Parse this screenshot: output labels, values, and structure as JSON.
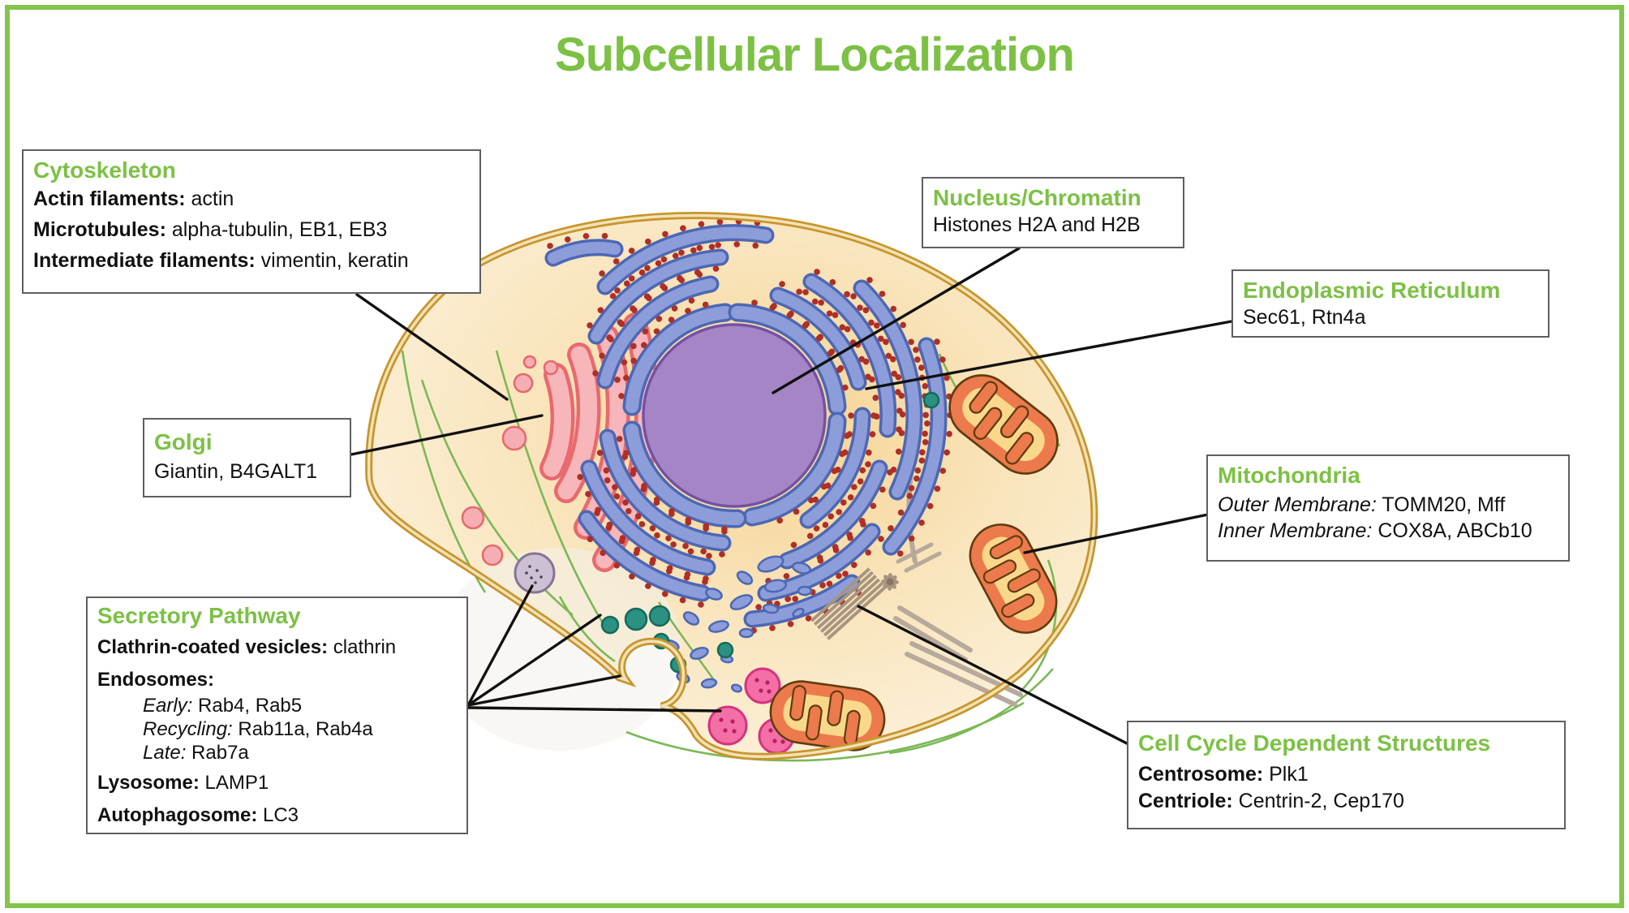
{
  "title": "Subcellular Localization",
  "colors": {
    "accent_green": "#7CC144",
    "frame_green": "#84C44C",
    "box_border_gray": "#5f5f5f",
    "nucleus_purple": "#A685C6",
    "er_blue": "#8C9DDA",
    "ribosome_red": "#AE2F28",
    "membrane_gold": "#C8952D",
    "mitochondria_orange": "#ED7A4C",
    "golgi_pink": "#F6B6BA",
    "vesicle_teal": "#2B9180",
    "endosome_pink": "#F46FA5"
  },
  "boxes": {
    "cytoskeleton": {
      "title": "Cytoskeleton",
      "items": [
        {
          "label": "Actin filaments:",
          "value": " actin"
        },
        {
          "label": "Microtubules:",
          "value": " alpha-tubulin, EB1, EB3"
        },
        {
          "label": "Intermediate filaments:",
          "value": " vimentin, keratin"
        }
      ]
    },
    "nucleus": {
      "title": "Nucleus/Chromatin",
      "value": "Histones H2A and H2B"
    },
    "er": {
      "title": "Endoplasmic Reticulum",
      "value": "Sec61, Rtn4a"
    },
    "golgi": {
      "title": "Golgi",
      "value": "Giantin, B4GALT1"
    },
    "mitochondria": {
      "title": "Mitochondria",
      "items": [
        {
          "label": "Outer Membrane:",
          "value": " TOMM20, Mff"
        },
        {
          "label": "Inner Membrane:",
          "value": " COX8A, ABCb10"
        }
      ]
    },
    "secretory": {
      "title": "Secretory Pathway",
      "clathrin": {
        "label": "Clathrin-coated vesicles:",
        "value": " clathrin"
      },
      "endosomes_label": "Endosomes:",
      "endosomes": [
        {
          "label": "Early:",
          "value": " Rab4, Rab5"
        },
        {
          "label": "Recycling:",
          "value": " Rab11a, Rab4a"
        },
        {
          "label": "Late:",
          "value": " Rab7a"
        }
      ],
      "lysosome": {
        "label": "Lysosome:",
        "value": " LAMP1"
      },
      "autophagosome": {
        "label": "Autophagosome:",
        "value": " LC3"
      }
    },
    "cell_cycle": {
      "title": "Cell Cycle Dependent Structures",
      "items": [
        {
          "label": "Centrosome:",
          "value": " Plk1"
        },
        {
          "label": "Centriole:",
          "value": " Centrin-2, Cep170"
        }
      ]
    }
  }
}
